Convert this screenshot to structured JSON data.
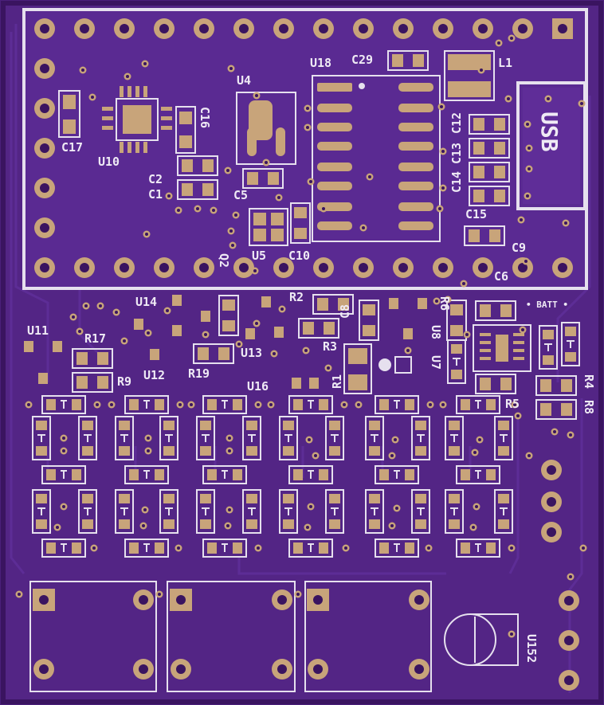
{
  "colors": {
    "board": "#4a1f7a",
    "copper": "#5a2a92",
    "pad": "#c8a47a",
    "silk": "#e6e0ee",
    "drill": "#3a1460"
  },
  "labels": {
    "u18": "U18",
    "c29": "C29",
    "l1": "L1",
    "u4": "U4",
    "c16": "C16",
    "c12": "C12",
    "c13": "C13",
    "c14": "C14",
    "usb": "USB",
    "c17": "C17",
    "u10": "U10",
    "c2": "C2",
    "c1": "C1",
    "c5": "C5",
    "c15": "C15",
    "c9": "C9",
    "u5": "U5",
    "c10": "C10",
    "q2": "Q2",
    "c6": "C6",
    "u14": "U14",
    "r2": "R2",
    "r6": "R6",
    "batt": "• BATT •",
    "u11": "U11",
    "r17": "R17",
    "c8": "C8",
    "u8": "U8",
    "r3": "R3",
    "r9": "R9",
    "u12": "U12",
    "u13": "U13",
    "r19": "R19",
    "u7": "U7",
    "r1": "R1",
    "u16": "U16",
    "r5": "R5",
    "r4": "R4",
    "r8": "R8",
    "u152": "U152"
  }
}
